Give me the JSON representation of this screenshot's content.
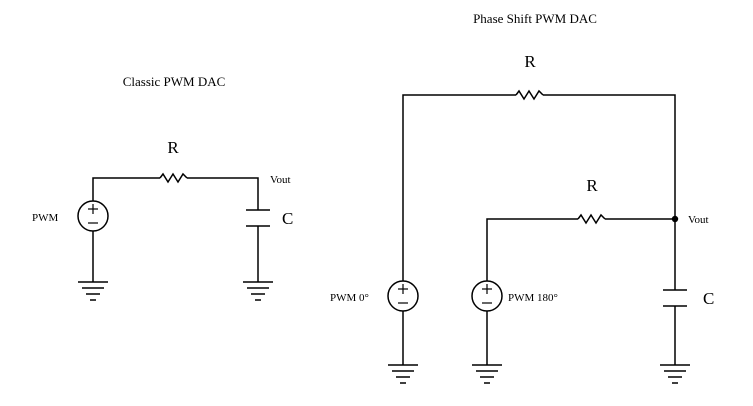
{
  "classic": {
    "title": "Classic PWM DAC",
    "resistor_label": "R",
    "source_label": "PWM",
    "output_label": "Vout",
    "capacitor_label": "C"
  },
  "phase_shift": {
    "title": "Phase Shift PWM DAC",
    "resistor_top_label": "R",
    "resistor_mid_label": "R",
    "source_0_label": "PWM 0°",
    "source_180_label": "PWM 180°",
    "output_label": "Vout",
    "capacitor_label": "C"
  }
}
